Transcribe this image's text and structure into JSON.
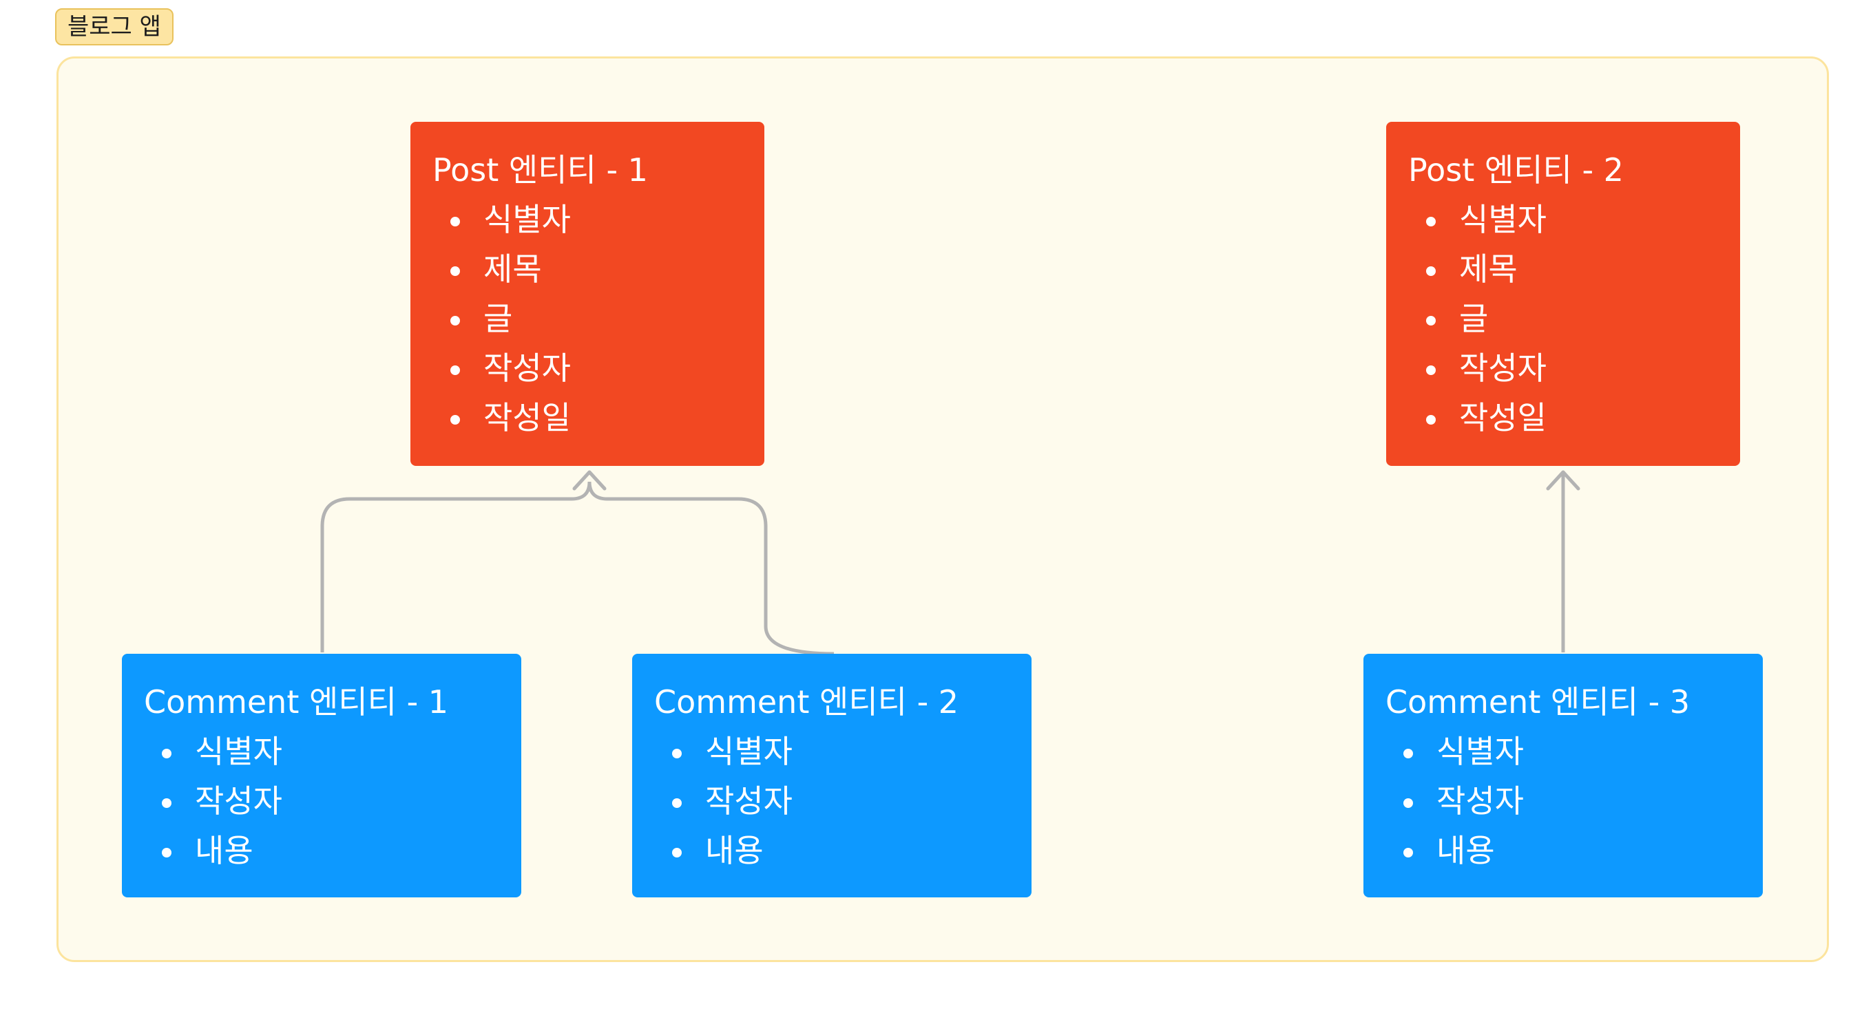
{
  "frame": {
    "label": "블로그 앱"
  },
  "colors": {
    "post": "#f24822",
    "comment": "#0d99ff",
    "frame_bg": "#fefbed",
    "frame_border": "#fce49e",
    "connector": "#b3b3b3"
  },
  "posts": [
    {
      "title": "Post 엔티티 - 1",
      "fields": [
        "식별자",
        "제목",
        "글",
        "작성자",
        "작성일"
      ]
    },
    {
      "title": "Post 엔티티 - 2",
      "fields": [
        "식별자",
        "제목",
        "글",
        "작성자",
        "작성일"
      ]
    }
  ],
  "comments": [
    {
      "title": "Comment 엔티티 - 1",
      "fields": [
        "식별자",
        "작성자",
        "내용"
      ]
    },
    {
      "title": "Comment 엔티티 - 2",
      "fields": [
        "식별자",
        "작성자",
        "내용"
      ]
    },
    {
      "title": "Comment 엔티티 - 3",
      "fields": [
        "식별자",
        "작성자",
        "내용"
      ]
    }
  ],
  "relations": [
    {
      "from": "Comment 엔티티 - 1",
      "to": "Post 엔티티 - 1"
    },
    {
      "from": "Comment 엔티티 - 2",
      "to": "Post 엔티티 - 1"
    },
    {
      "from": "Comment 엔티티 - 3",
      "to": "Post 엔티티 - 2"
    }
  ]
}
